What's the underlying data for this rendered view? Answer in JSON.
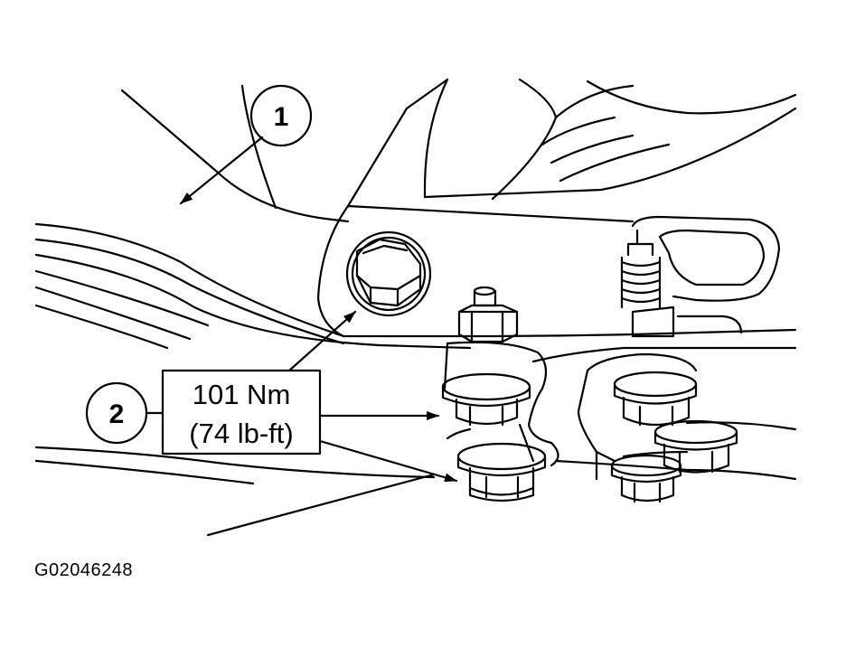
{
  "callouts": {
    "one": "1",
    "two": "2"
  },
  "torque_spec": {
    "metric": "101 Nm",
    "imperial": "(74 lb-ft)"
  },
  "figure_id": "G02046248",
  "colors": {
    "line": "#000000",
    "background": "#ffffff"
  }
}
